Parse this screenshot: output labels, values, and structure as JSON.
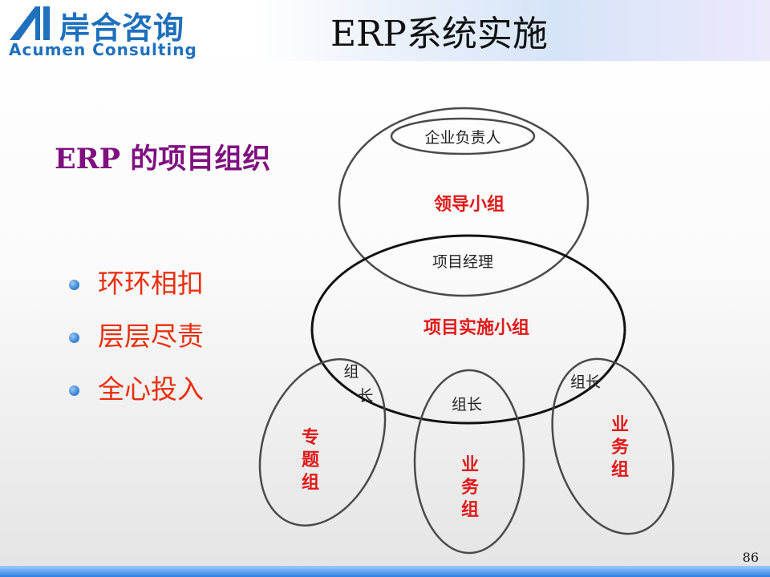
{
  "header": {
    "logo_cn": "岸合咨询",
    "logo_en": "Acumen Consulting",
    "title": "ERP系统实施"
  },
  "subtitle": "ERP 的项目组织",
  "bullets": [
    "环环相扣",
    "层层尽责",
    "全心投入"
  ],
  "diagram": {
    "leadership": {
      "head": "企业负责人",
      "label": "领导小组"
    },
    "project": {
      "manager": "项目经理",
      "label": "项目实施小组"
    },
    "groups": [
      {
        "leader": [
          "组",
          "长"
        ],
        "name": [
          "专",
          "题",
          "组"
        ]
      },
      {
        "leader": [
          "组长"
        ],
        "name": [
          "业",
          "务",
          "组"
        ]
      },
      {
        "leader": [
          "组长"
        ],
        "name": [
          "业",
          "务",
          "组"
        ]
      }
    ]
  },
  "page_number": "86",
  "colors": {
    "accent_blue": "#1f70bd",
    "subtitle_purple": "#7f1080",
    "label_red": "#e01818",
    "bullet_red": "#e83010"
  }
}
